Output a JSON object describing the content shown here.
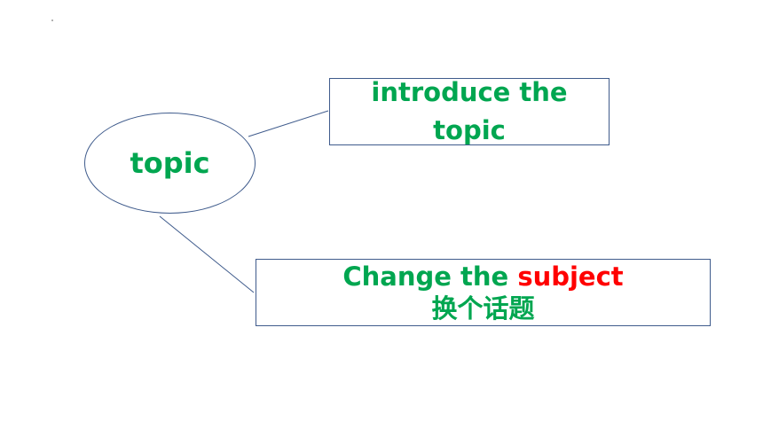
{
  "diagram": {
    "center_node": {
      "label": "topic"
    },
    "branches": [
      {
        "lines": [
          "introduce the",
          "topic"
        ]
      },
      {
        "lead": "Change the ",
        "highlight": "subject",
        "translation": "换个话题"
      }
    ]
  },
  "colors": {
    "text_green": "#00a650",
    "highlight_red": "#ff0000",
    "outline_blue": "#3f5b8c"
  }
}
